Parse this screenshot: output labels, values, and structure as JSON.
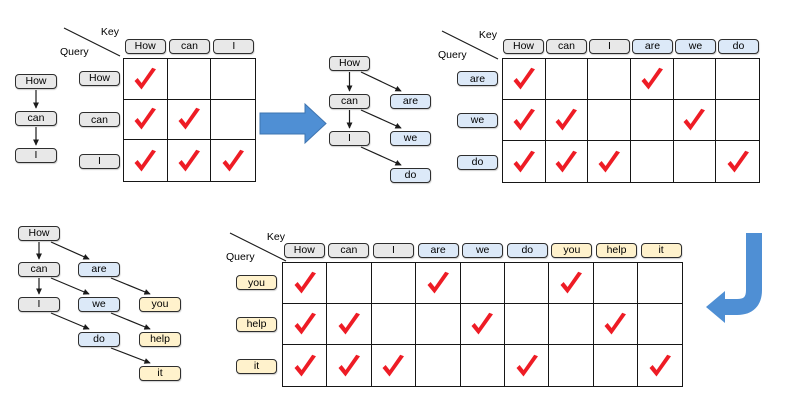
{
  "corner_labels": {
    "key": "Key",
    "query": "Query"
  },
  "icons": {
    "checkmark": "✓",
    "right_flow_arrow": "➡",
    "down_left_flow_arrow": "⤵"
  },
  "colors": {
    "token_gray": "#E8E8E8",
    "token_blue": "#DCE9F8",
    "token_yellow": "#FFF2CC",
    "box_border": "#2E2E2E",
    "grid_line": "#161616",
    "check_red": "#EE1C25",
    "big_arrow_blue": "#4F8FD4"
  },
  "chains": [
    {
      "name": "step-1-tokens",
      "nodes": [
        {
          "text": "How",
          "color": "gray",
          "col": 0,
          "row": 0
        },
        {
          "text": "can",
          "color": "gray",
          "col": 0,
          "row": 1
        },
        {
          "text": "I",
          "color": "gray",
          "col": 0,
          "row": 2
        }
      ],
      "edges": [
        [
          0,
          1
        ],
        [
          1,
          2
        ]
      ]
    },
    {
      "name": "step-2-tokens",
      "nodes": [
        {
          "text": "How",
          "color": "gray",
          "col": 0,
          "row": 0
        },
        {
          "text": "can",
          "color": "gray",
          "col": 0,
          "row": 1
        },
        {
          "text": "I",
          "color": "gray",
          "col": 0,
          "row": 2
        },
        {
          "text": "are",
          "color": "blue",
          "col": 1,
          "row": 1
        },
        {
          "text": "we",
          "color": "blue",
          "col": 1,
          "row": 2
        },
        {
          "text": "do",
          "color": "blue",
          "col": 1,
          "row": 3
        }
      ],
      "edges": [
        [
          0,
          1
        ],
        [
          1,
          2
        ],
        [
          0,
          3
        ],
        [
          1,
          4
        ],
        [
          2,
          5
        ]
      ]
    },
    {
      "name": "step-3-tokens",
      "nodes": [
        {
          "text": "How",
          "color": "gray",
          "col": 0,
          "row": 0
        },
        {
          "text": "can",
          "color": "gray",
          "col": 0,
          "row": 1
        },
        {
          "text": "I",
          "color": "gray",
          "col": 0,
          "row": 2
        },
        {
          "text": "are",
          "color": "blue",
          "col": 1,
          "row": 1
        },
        {
          "text": "we",
          "color": "blue",
          "col": 1,
          "row": 2
        },
        {
          "text": "do",
          "color": "blue",
          "col": 1,
          "row": 3
        },
        {
          "text": "you",
          "color": "yellow",
          "col": 2,
          "row": 2
        },
        {
          "text": "help",
          "color": "yellow",
          "col": 2,
          "row": 3
        },
        {
          "text": "it",
          "color": "yellow",
          "col": 2,
          "row": 4
        }
      ],
      "edges": [
        [
          0,
          1
        ],
        [
          1,
          2
        ],
        [
          0,
          3
        ],
        [
          1,
          4
        ],
        [
          2,
          5
        ],
        [
          3,
          6
        ],
        [
          4,
          7
        ],
        [
          5,
          8
        ]
      ]
    }
  ],
  "matrices": [
    {
      "name": "mask-3x3",
      "columns": [
        {
          "label": "How",
          "color": "gray"
        },
        {
          "label": "can",
          "color": "gray"
        },
        {
          "label": "I",
          "color": "gray"
        }
      ],
      "rows": [
        {
          "label": "How",
          "color": "gray",
          "checks": [
            1,
            0,
            0
          ]
        },
        {
          "label": "can",
          "color": "gray",
          "checks": [
            1,
            1,
            0
          ]
        },
        {
          "label": "I",
          "color": "gray",
          "checks": [
            1,
            1,
            1
          ]
        }
      ]
    },
    {
      "name": "mask-3x6",
      "columns": [
        {
          "label": "How",
          "color": "gray"
        },
        {
          "label": "can",
          "color": "gray"
        },
        {
          "label": "I",
          "color": "gray"
        },
        {
          "label": "are",
          "color": "blue"
        },
        {
          "label": "we",
          "color": "blue"
        },
        {
          "label": "do",
          "color": "blue"
        }
      ],
      "rows": [
        {
          "label": "are",
          "color": "blue",
          "checks": [
            1,
            0,
            0,
            1,
            0,
            0
          ]
        },
        {
          "label": "we",
          "color": "blue",
          "checks": [
            1,
            1,
            0,
            0,
            1,
            0
          ]
        },
        {
          "label": "do",
          "color": "blue",
          "checks": [
            1,
            1,
            1,
            0,
            0,
            1
          ]
        }
      ]
    },
    {
      "name": "mask-3x9",
      "columns": [
        {
          "label": "How",
          "color": "gray"
        },
        {
          "label": "can",
          "color": "gray"
        },
        {
          "label": "I",
          "color": "gray"
        },
        {
          "label": "are",
          "color": "blue"
        },
        {
          "label": "we",
          "color": "blue"
        },
        {
          "label": "do",
          "color": "blue"
        },
        {
          "label": "you",
          "color": "yellow"
        },
        {
          "label": "help",
          "color": "yellow"
        },
        {
          "label": "it",
          "color": "yellow"
        }
      ],
      "rows": [
        {
          "label": "you",
          "color": "yellow",
          "checks": [
            1,
            0,
            0,
            1,
            0,
            0,
            1,
            0,
            0
          ]
        },
        {
          "label": "help",
          "color": "yellow",
          "checks": [
            1,
            1,
            0,
            0,
            1,
            0,
            0,
            1,
            0
          ]
        },
        {
          "label": "it",
          "color": "yellow",
          "checks": [
            1,
            1,
            1,
            0,
            0,
            1,
            0,
            0,
            1
          ]
        }
      ]
    }
  ]
}
